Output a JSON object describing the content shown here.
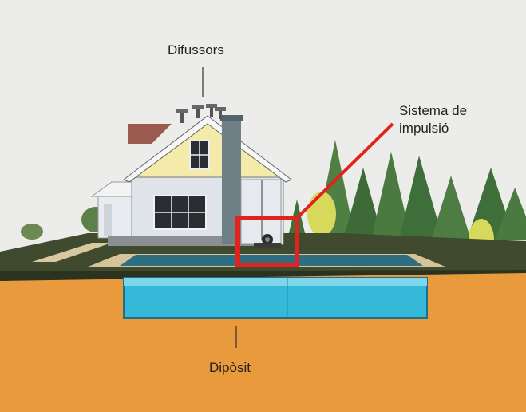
{
  "diagram": {
    "labels": {
      "diffusers": "Difussors",
      "pump_system_line1": "Sistema de",
      "pump_system_line2": "impulsió",
      "tank": "Dipòsit"
    },
    "colors": {
      "sky": "#ececea",
      "soil": "#e99a3c",
      "grass": "#3f4a2e",
      "pool_water": "#2f6e80",
      "tank_water": "#35b9d9",
      "highlight": "#e1231f",
      "house_wall": "#dfe3ea",
      "house_gable": "#f4eaaa",
      "roof": "#9a5a4e",
      "chimney": "#6f7f86"
    },
    "icons": [
      "sprinkler-icon",
      "pump-icon"
    ]
  }
}
